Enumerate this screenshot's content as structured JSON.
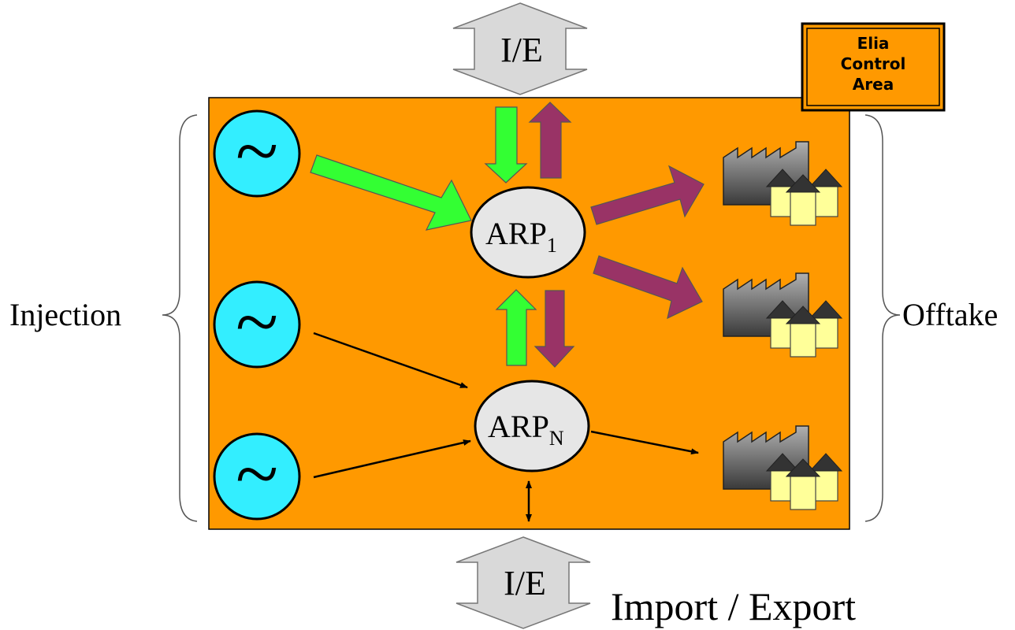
{
  "labels": {
    "injection": "Injection",
    "offtake": "Offtake",
    "ie_top": "I/E",
    "ie_bottom": "I/E",
    "import_export": "Import / Export",
    "control_area_line1": "Elia",
    "control_area_line2": "Control",
    "control_area_line3": "Area"
  },
  "nodes": {
    "arp1": {
      "base": "ARP",
      "sub": "1"
    },
    "arpn": {
      "base": "ARP",
      "sub": "N"
    }
  },
  "generator_symbol": "~",
  "colors": {
    "control_area": "#ff9900",
    "generator": "#33eeff",
    "arp_node": "#e6e6e6",
    "injection_arrow": "#33ff33",
    "offtake_arrow": "#993366",
    "ie_arrow": "#d9d9d9",
    "house_wall": "#ffff99",
    "house_roof": "#333333",
    "factory": "#666666"
  }
}
